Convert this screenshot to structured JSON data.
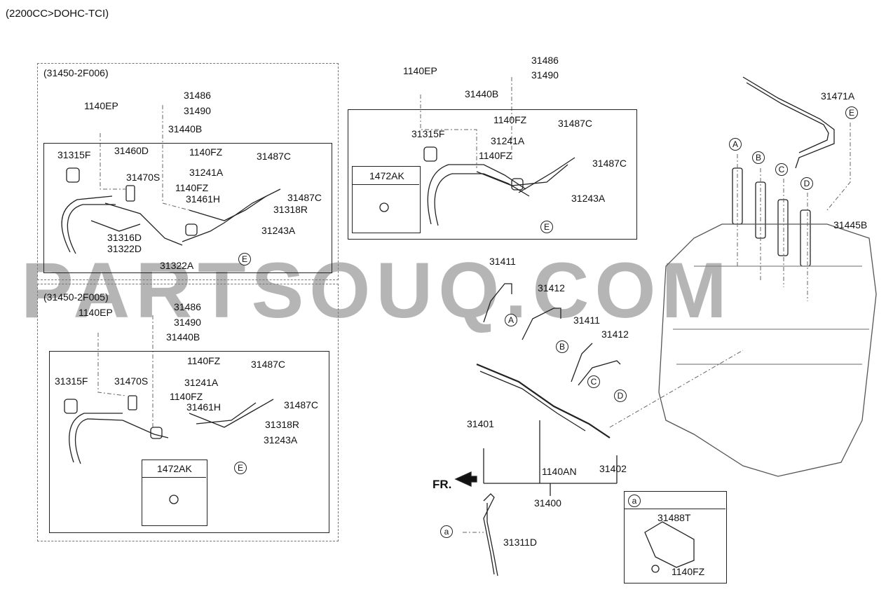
{
  "header": {
    "engine": "(2200CC>DOHC-TCI)"
  },
  "watermark": "PARTSOUQ.COM",
  "panel_top_left": {
    "title": "(31450-2F006)",
    "labels": [
      "1140EP",
      "31486",
      "31490",
      "31440B",
      "31315F",
      "31460D",
      "1140FZ",
      "31487C",
      "31470S",
      "31241A",
      "1140FZ",
      "31461H",
      "31487C",
      "31318R",
      "31316D",
      "31243A",
      "31322D",
      "31322A",
      "E"
    ]
  },
  "panel_bottom_left": {
    "title": "(31450-2F005)",
    "labels": [
      "1140EP",
      "31486",
      "31490",
      "31440B",
      "1140FZ",
      "31487C",
      "31315F",
      "31470S",
      "31241A",
      "1140FZ",
      "31461H",
      "31487C",
      "31318R",
      "31243A",
      "E"
    ],
    "inset_label": "1472AK"
  },
  "panel_top_center": {
    "labels": [
      "31486",
      "31490",
      "1140EP",
      "31440B",
      "1140FZ",
      "31487C",
      "31315F",
      "31241A",
      "1140FZ",
      "31487C",
      "31243A",
      "E"
    ],
    "inset_label": "1472AK"
  },
  "main": {
    "labels": [
      "31471A",
      "31445B",
      "31411",
      "31412",
      "31411",
      "31412",
      "31401",
      "1140AN",
      "31402",
      "31400",
      "31311D",
      "FR."
    ],
    "circles": [
      "A",
      "B",
      "C",
      "D",
      "E",
      "A",
      "B",
      "C",
      "D",
      "a"
    ]
  },
  "detail_a": {
    "title": "a",
    "labels": [
      "31488T",
      "1140FZ"
    ]
  }
}
